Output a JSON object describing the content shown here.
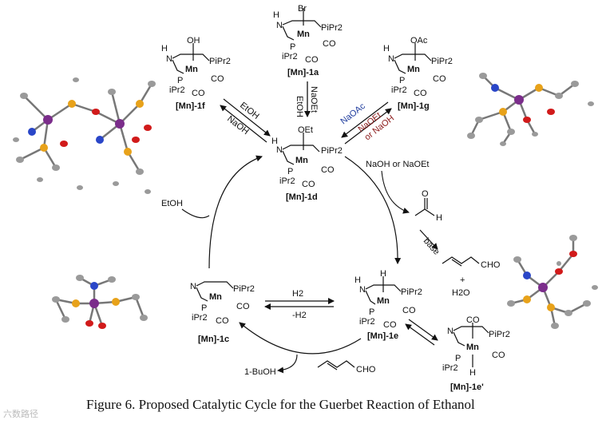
{
  "caption": "Figure 6. Proposed Catalytic Cycle for the Guerbet Reaction of Ethanol",
  "watermark": "六数路径",
  "colors": {
    "blue_reagent": "#1f3c9e",
    "red_reagent": "#8b1a1a",
    "atom_mn": "#7b2d8b",
    "atom_p": "#e8a21a",
    "atom_n": "#2a46c8",
    "atom_o": "#d11a1a",
    "atom_c": "#9a9a9a"
  },
  "complexes": {
    "c1a": {
      "label": "[Mn]-1a",
      "top": "Br",
      "lig": "PiPr2",
      "lig2": "iPr2",
      "co1": "CO",
      "co2": "CO"
    },
    "c1f": {
      "label": "[Mn]-1f",
      "top": "OH",
      "lig": "PiPr2",
      "lig2": "iPr2",
      "co1": "CO",
      "co2": "CO"
    },
    "c1g": {
      "label": "[Mn]-1g",
      "top": "OAc",
      "lig": "PiPr2",
      "lig2": "iPr2",
      "co1": "CO",
      "co2": "CO"
    },
    "c1d": {
      "label": "[Mn]-1d",
      "top": "OEt",
      "lig": "PiPr2",
      "lig2": "iPr2",
      "co1": "CO",
      "co2": "CO"
    },
    "c1c": {
      "label": "[Mn]-1c",
      "top": "",
      "lig": "PiPr2",
      "lig2": "iPr2",
      "co1": "CO",
      "co2": "CO"
    },
    "c1e": {
      "label": "[Mn]-1e",
      "top": "H",
      "lig": "PiPr2",
      "lig2": "iPr2",
      "co1": "CO",
      "co2": "CO"
    },
    "c1ep": {
      "label": "[Mn]-1e'",
      "top": "CO",
      "lig": "PiPr2",
      "lig2": "iPr2",
      "co1": "CO",
      "bottom": "H"
    }
  },
  "reagents": {
    "etoh_top": "EtOH",
    "naoh_left": "NaOH",
    "naoet_mid": "NaOEt",
    "etoh_mid": "EtOH",
    "naoac": "NaOAc",
    "naoet_right": "NaOEt",
    "or_naoh": "or NaOH",
    "naoh_or_naoet": "NaOH or NaOEt",
    "etoh_left": "EtOH",
    "h2": "H2",
    "minus_h2": "-H2",
    "base": "base",
    "cho": "CHO",
    "plus": "+",
    "h2o": "H2O",
    "o_atom": "O",
    "h_atom": "H",
    "butanol": "1-BuOH",
    "cho2": "CHO"
  }
}
